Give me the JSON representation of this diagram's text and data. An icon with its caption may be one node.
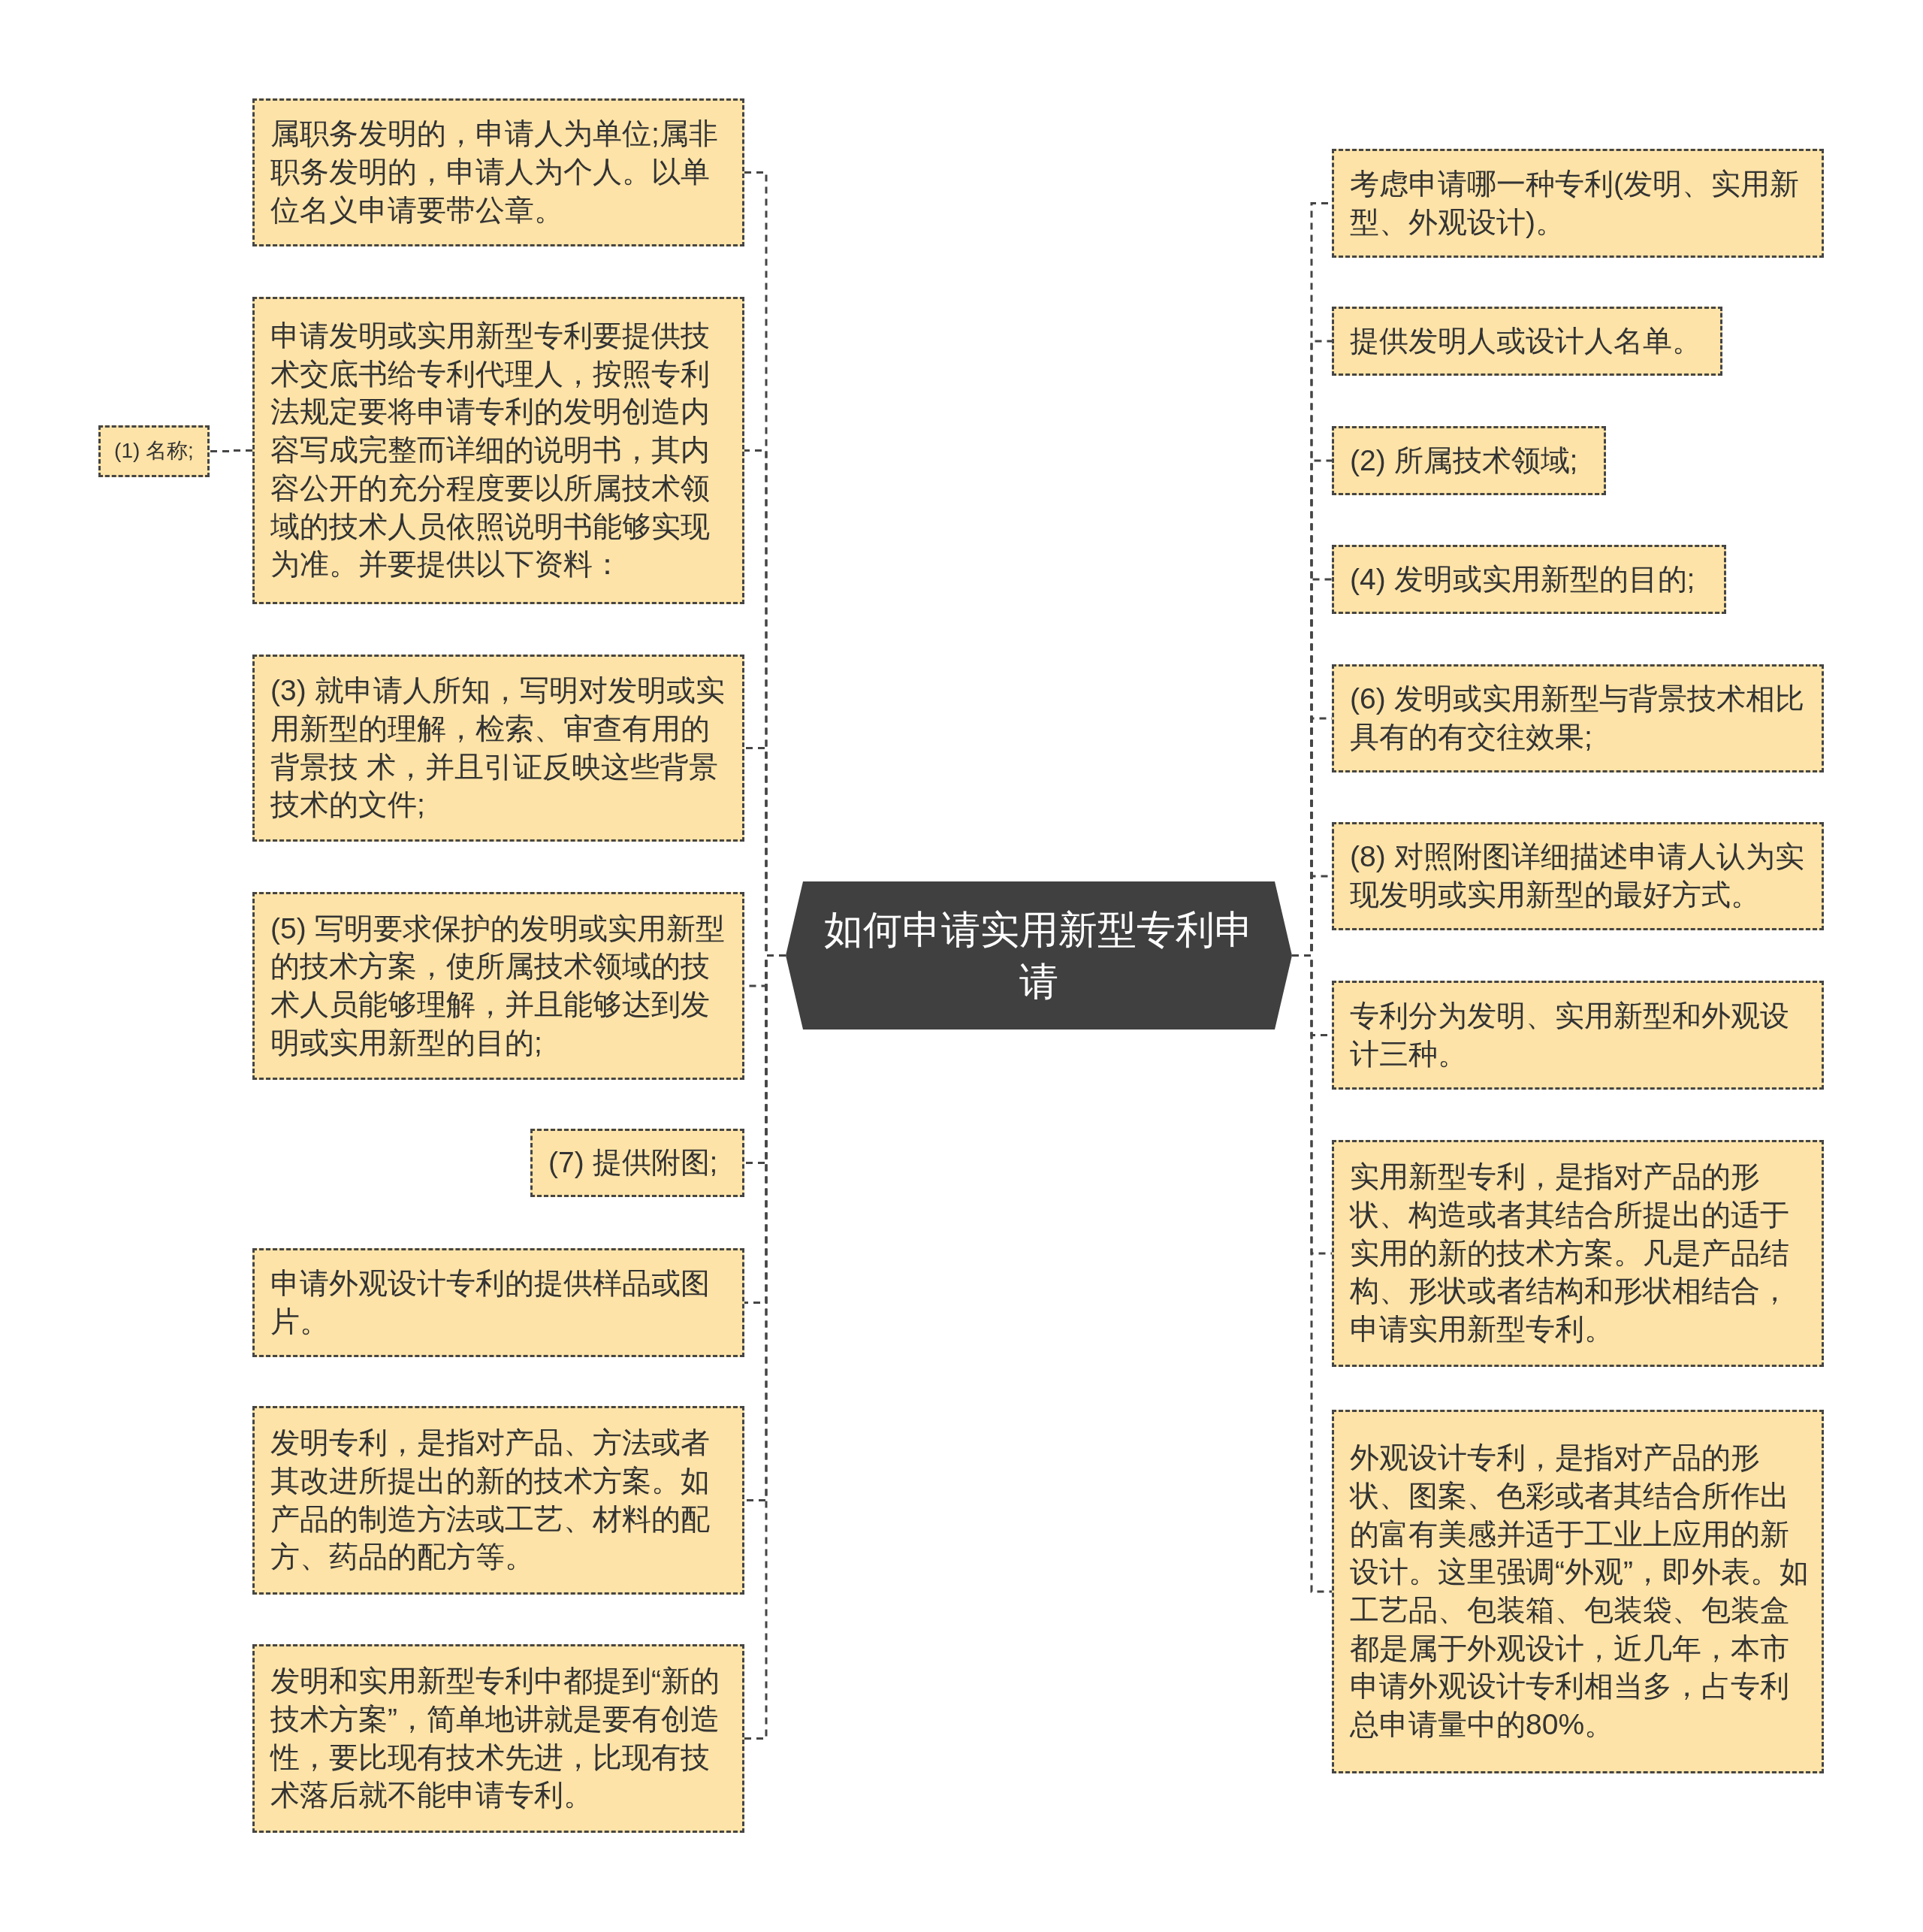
{
  "diagram": {
    "nodes": [
      {
        "text": [
          "如何申请实用新型专利申请"
        ]
      },
      {
        "text": [
          "属职务发明的，申请人为单位;属非职务发明的，申请人为个人。以单位名义申请要带公章。"
        ]
      },
      {
        "text": [
          "申请发明或实用新型专利要提供技术交底书给专利代理人，按照专利法规定要将申请专利的发明创造内容写成完整而详细的说明书，其内容公开的充分程度要以所属技术领域的技术人员依照说明书能够实现为准。并要提供以下资料："
        ]
      },
      {
        "text": [
          "(1) 名称;"
        ]
      },
      {
        "text": [
          "(3) 就申请人所知，写明对发明或实用新型的理解，检索、审查有用的背景技 术，并且引证反映这些背景技术的文件;"
        ]
      },
      {
        "text": [
          "(5) 写明要求保护的发明或实用新型的技术方案，使所属技术领域的技术人员能够理解，并且能够达到发明或实用新型的目的;"
        ]
      },
      {
        "text": [
          "(7) 提供附图;"
        ]
      },
      {
        "text": [
          "申请外观设计专利的提供样品或图片。"
        ]
      },
      {
        "text": [
          "发明专利，是指对产品、方法或者其改进所提出的新的技术方案。如产品的制造方法或工艺、材料的配方、药品的配方等。"
        ]
      },
      {
        "text": [
          "发明和实用新型专利中都提到“新的技术方案”，简单地讲就是要有创造性，要比现有技术先进，比现有技术落后就不能申请专利。"
        ]
      },
      {
        "text": [
          "考虑申请哪一种专利(发明、实用新型、外观设计)。"
        ]
      },
      {
        "text": [
          "提供发明人或设计人名单。"
        ]
      },
      {
        "text": [
          "(2) 所属技术领域;"
        ]
      },
      {
        "text": [
          "(4) 发明或实用新型的目的;"
        ]
      },
      {
        "text": [
          "(6) 发明或实用新型与背景技术相比具有的有交往效果;"
        ]
      },
      {
        "text": [
          "(8) 对照附图详细描述申请人认为实现发明或实用新型的最好方式。"
        ]
      },
      {
        "text": [
          "专利分为发明、实用新型和外观设计三种。"
        ]
      },
      {
        "text": [
          "实用新型专利，是指对产品的形状、构造或者其结合所提出的适于实用的新的技术方案。凡是产品结构、形状或者结构和形状相结合，申请实用新型专利。"
        ]
      },
      {
        "text": [
          "外观设计专利，是指对产品的形状、图案、色彩或者其结合所作出的富有美感并适于工业上应用的新设计。这里强调“外观”，即外表。如工艺品、包装箱、包装袋、包装盒都是属于外观设计，近几年，本市申请外观设计专利相当多，占专利总申请量中的80%。"
        ]
      }
    ],
    "edges": [
      {
        "from": 0,
        "to": 1,
        "arrow": "none",
        "style": "dashed"
      },
      {
        "from": 0,
        "to": 2,
        "arrow": "none",
        "style": "dashed"
      },
      {
        "from": 2,
        "to": 3,
        "arrow": "none",
        "style": "dashed"
      },
      {
        "from": 0,
        "to": 4,
        "arrow": "none",
        "style": "dashed"
      },
      {
        "from": 0,
        "to": 5,
        "arrow": "none",
        "style": "dashed"
      },
      {
        "from": 0,
        "to": 6,
        "arrow": "none",
        "style": "dashed"
      },
      {
        "from": 0,
        "to": 7,
        "arrow": "none",
        "style": "dashed"
      },
      {
        "from": 0,
        "to": 8,
        "arrow": "none",
        "style": "dashed"
      },
      {
        "from": 0,
        "to": 9,
        "arrow": "none",
        "style": "dashed"
      },
      {
        "from": 0,
        "to": 10,
        "arrow": "none",
        "style": "dashed"
      },
      {
        "from": 0,
        "to": 11,
        "arrow": "none",
        "style": "dashed"
      },
      {
        "from": 0,
        "to": 12,
        "arrow": "none",
        "style": "dashed"
      },
      {
        "from": 0,
        "to": 13,
        "arrow": "none",
        "style": "dashed"
      },
      {
        "from": 0,
        "to": 14,
        "arrow": "none",
        "style": "dashed"
      },
      {
        "from": 0,
        "to": 15,
        "arrow": "none",
        "style": "dashed"
      },
      {
        "from": 0,
        "to": 16,
        "arrow": "none",
        "style": "dashed"
      },
      {
        "from": 0,
        "to": 17,
        "arrow": "none",
        "style": "dashed"
      },
      {
        "from": 0,
        "to": 18,
        "arrow": "none",
        "style": "dashed"
      }
    ]
  }
}
